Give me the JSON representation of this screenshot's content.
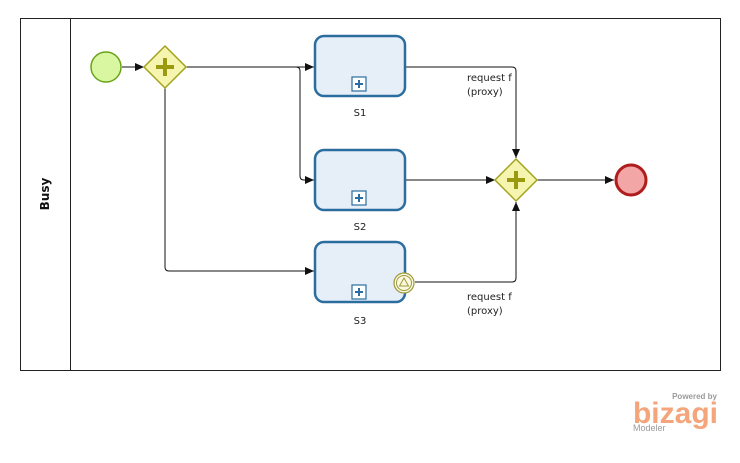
{
  "pool": {
    "lane_label": "Busy"
  },
  "tasks": [
    {
      "id": "S1",
      "label": "S1"
    },
    {
      "id": "S2",
      "label": "S2"
    },
    {
      "id": "S3",
      "label": "S3"
    }
  ],
  "flows": {
    "top_label_line1": "request f",
    "top_label_line2": "(proxy)",
    "bottom_label_line1": "request f",
    "bottom_label_line2": "(proxy)"
  },
  "branding": {
    "powered": "Powered by",
    "brand": "bizagi",
    "product": "Modeler"
  },
  "colors": {
    "task_fill": "#e6eef8",
    "task_stroke": "#2a6d9e",
    "gateway_fill": "#f6f5b0",
    "gateway_stroke": "#a3a21e",
    "gateway_plus": "#9a9a10",
    "start_fill": "#d9f7a0",
    "start_stroke": "#6aa21b",
    "end_fill": "#f2a6a6",
    "end_stroke": "#b01d1d",
    "brand": "#f4a57b"
  }
}
